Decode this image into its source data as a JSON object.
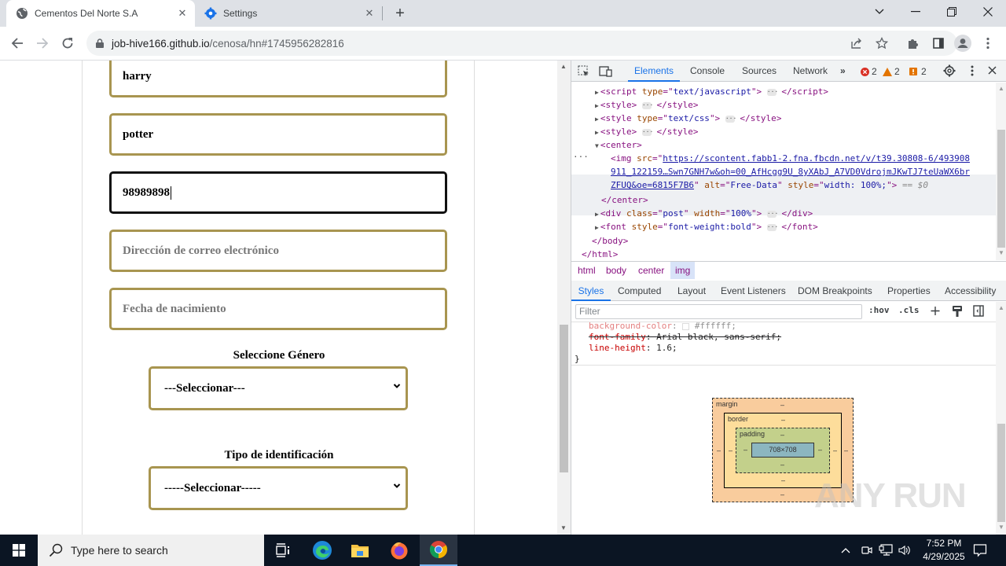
{
  "browser": {
    "tabs": [
      {
        "title": "Cementos Del Norte S.A",
        "icon": "globe-icon",
        "active": true
      },
      {
        "title": "Settings",
        "icon": "gear-icon",
        "active": false
      }
    ],
    "new_tab": "+",
    "url_host": "job-hive166.github.io",
    "url_path": "/cenosa/hn#1745956282816",
    "window_controls": {
      "tab_search": "⌄",
      "minimize": "–",
      "restore": "❐",
      "close": "✕"
    }
  },
  "page": {
    "fields": [
      {
        "name": "first-name",
        "value": "harry",
        "placeholder": "",
        "focused": false
      },
      {
        "name": "last-name",
        "value": "potter",
        "placeholder": "",
        "focused": false
      },
      {
        "name": "phone",
        "value": "98989898",
        "placeholder": "",
        "focused": true
      },
      {
        "name": "email",
        "value": "",
        "placeholder": "Dirección de correo electrónico",
        "focused": false
      },
      {
        "name": "birthdate",
        "value": "",
        "placeholder": "Fecha de nacimiento",
        "focused": false
      }
    ],
    "gender_label": "Seleccione Género",
    "gender_select": "---Seleccionar---",
    "id_type_label": "Tipo de identificación",
    "id_type_select": "-----Seleccionar-----"
  },
  "devtools": {
    "tabs": [
      "Elements",
      "Console",
      "Sources",
      "Network"
    ],
    "active_tab": "Elements",
    "more": "»",
    "errors": "2",
    "warnings": "2",
    "issues": "2",
    "dom": {
      "script": {
        "tag": "script",
        "attr": "type",
        "val": "text/javascript"
      },
      "style1": {
        "tag": "style"
      },
      "style2": {
        "tag": "style",
        "attr": "type",
        "val": "text/css"
      },
      "style3": {
        "tag": "style"
      },
      "center": "<center>",
      "img_src_1": "https://scontent.fabb1-2.fna.fbcdn.net/v/t39.30808-6/493908",
      "img_src_2": "911_122159…Swn7GNH7w&oh=00_AfHcgg9U_8yXAbJ_A7VD0VdrojmJKwTJ7teUaWX6br",
      "img_src_3": "ZFUQ&oe=6815F7B6",
      "img_alt": "Free-Data",
      "img_style": "width: 100%;",
      "selected_marker": "== $0",
      "center_close": "</center>",
      "div": {
        "tag": "div",
        "class": "post",
        "width": "100%"
      },
      "font": {
        "tag": "font",
        "style": "font-weight:bold"
      },
      "body_close": "</body>",
      "html_close": "</html>"
    },
    "breadcrumbs": [
      "html",
      "body",
      "center",
      "img"
    ],
    "sub_tabs": [
      "Styles",
      "Computed",
      "Layout",
      "Event Listeners",
      "DOM Breakpoints",
      "Properties",
      "Accessibility"
    ],
    "filter_placeholder": "Filter",
    "filter_tools": [
      ":hov",
      ".cls"
    ],
    "css": [
      {
        "prop": "background-color",
        "val": "#ffffff;",
        "struck": false,
        "faded": true
      },
      {
        "prop": "font-family",
        "val": "Arial black, sans-serif;",
        "struck": true
      },
      {
        "prop": "line-height",
        "val": "1.6;",
        "struck": false
      }
    ],
    "box_model": {
      "margin_label": "margin",
      "border_label": "border",
      "padding_label": "padding",
      "content": "708×708",
      "dash": "–"
    }
  },
  "taskbar": {
    "search_placeholder": "Type here to search",
    "time": "7:52 PM",
    "date": "4/29/2025"
  },
  "watermark": "ANY RUN"
}
